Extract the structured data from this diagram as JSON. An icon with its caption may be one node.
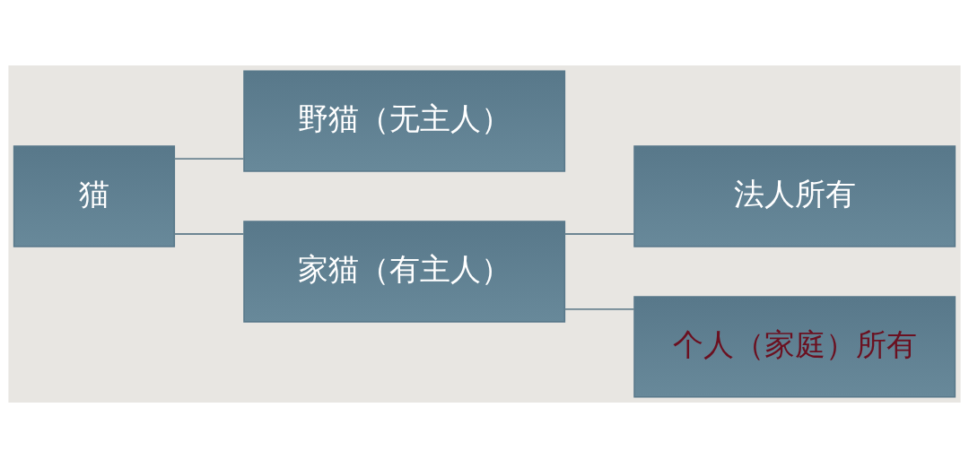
{
  "diagram": {
    "nodes": [
      {
        "text": [
          "猫"
        ]
      },
      {
        "text": [
          "野猫（无主人）"
        ]
      },
      {
        "text": [
          "家猫（有主人）"
        ]
      },
      {
        "text": [
          "法人所有"
        ]
      },
      {
        "text": [
          "个人（家庭）所有"
        ]
      }
    ],
    "edges": [
      {
        "from": 0,
        "to": 1,
        "arrow": "none"
      },
      {
        "from": 0,
        "to": 2,
        "arrow": "none"
      },
      {
        "from": 2,
        "to": 3,
        "arrow": "none"
      },
      {
        "from": 2,
        "to": 4,
        "arrow": "none"
      }
    ]
  }
}
